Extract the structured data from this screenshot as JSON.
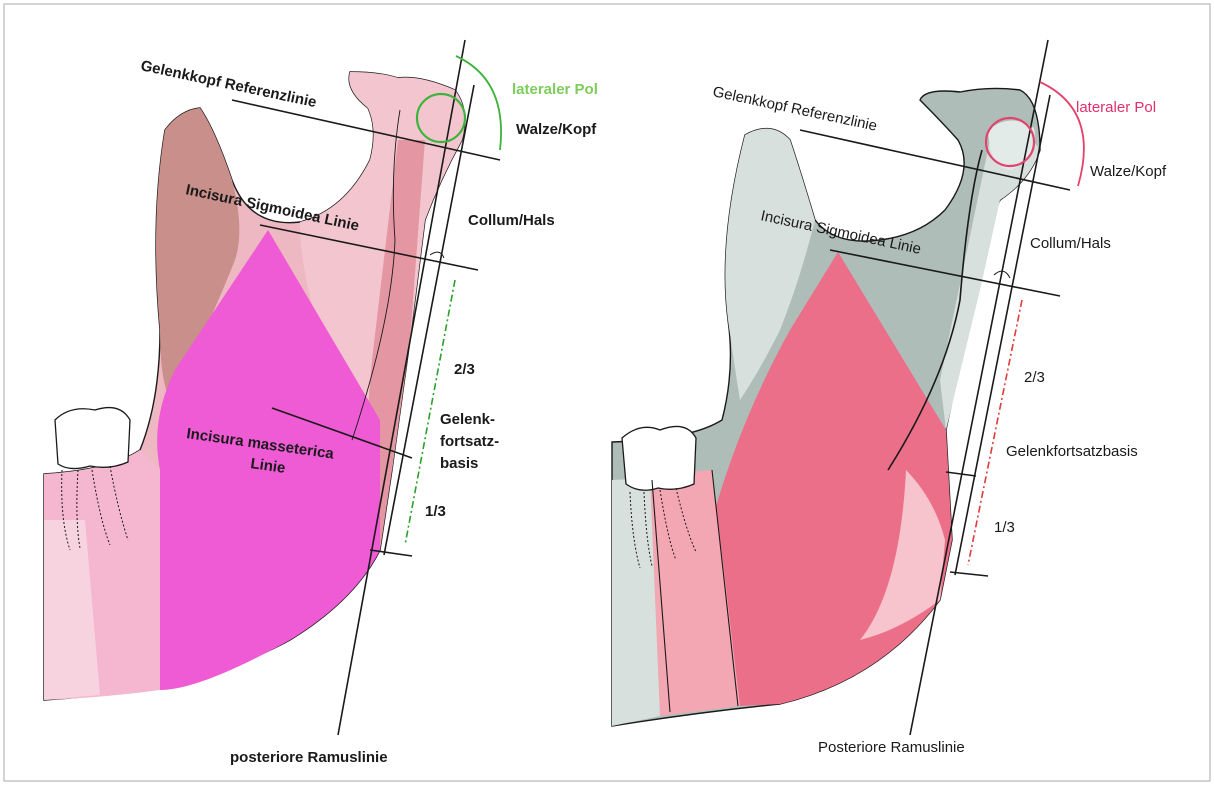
{
  "colors": {
    "left_bone": "#eeb8c2",
    "left_bone_light": "#f6d2d8",
    "left_dark": "#c98f8a",
    "left_magenta": "#ee5bd4",
    "left_teeth_band": "#f5b6cf",
    "left_circle": "#3cb43c",
    "left_pol_text": "#7ccd5a",
    "right_gray": "#aebdb8",
    "right_gray_light": "#d7e0dd",
    "right_pink": "#ec6f8a",
    "right_pink_light": "#f7c3cc",
    "right_circle": "#e0446c",
    "right_pol_text": "#e0306a",
    "line": "#1a1a1a"
  },
  "left_panel": {
    "ref_line_label": "Gelenkkopf Referenzlinie",
    "lateral_pole_label": "lateraler Pol",
    "condyle_label": "Walze/Kopf",
    "sigmoid_label": "Incisura Sigmoidea Linie",
    "collum_label": "Collum/Hals",
    "two_thirds": "2/3",
    "one_third": "1/3",
    "base_label_lines": [
      "Gelenk-",
      "fortsatz-",
      "basis"
    ],
    "masseteric_label_lines": [
      "Incisura masseterica",
      "Linie"
    ],
    "ramus_label": "posteriore Ramuslinie"
  },
  "right_panel": {
    "ref_line_label": "Gelenkkopf Referenzlinie",
    "lateral_pole_label": "lateraler Pol",
    "condyle_label": "Walze/Kopf",
    "sigmoid_label": "Incisura Sigmoidea Linie",
    "collum_label": "Collum/Hals",
    "two_thirds": "2/3",
    "base_label": "Gelenkfortsatzbasis",
    "one_third": "1/3",
    "ramus_label": "Posteriore Ramuslinie"
  }
}
